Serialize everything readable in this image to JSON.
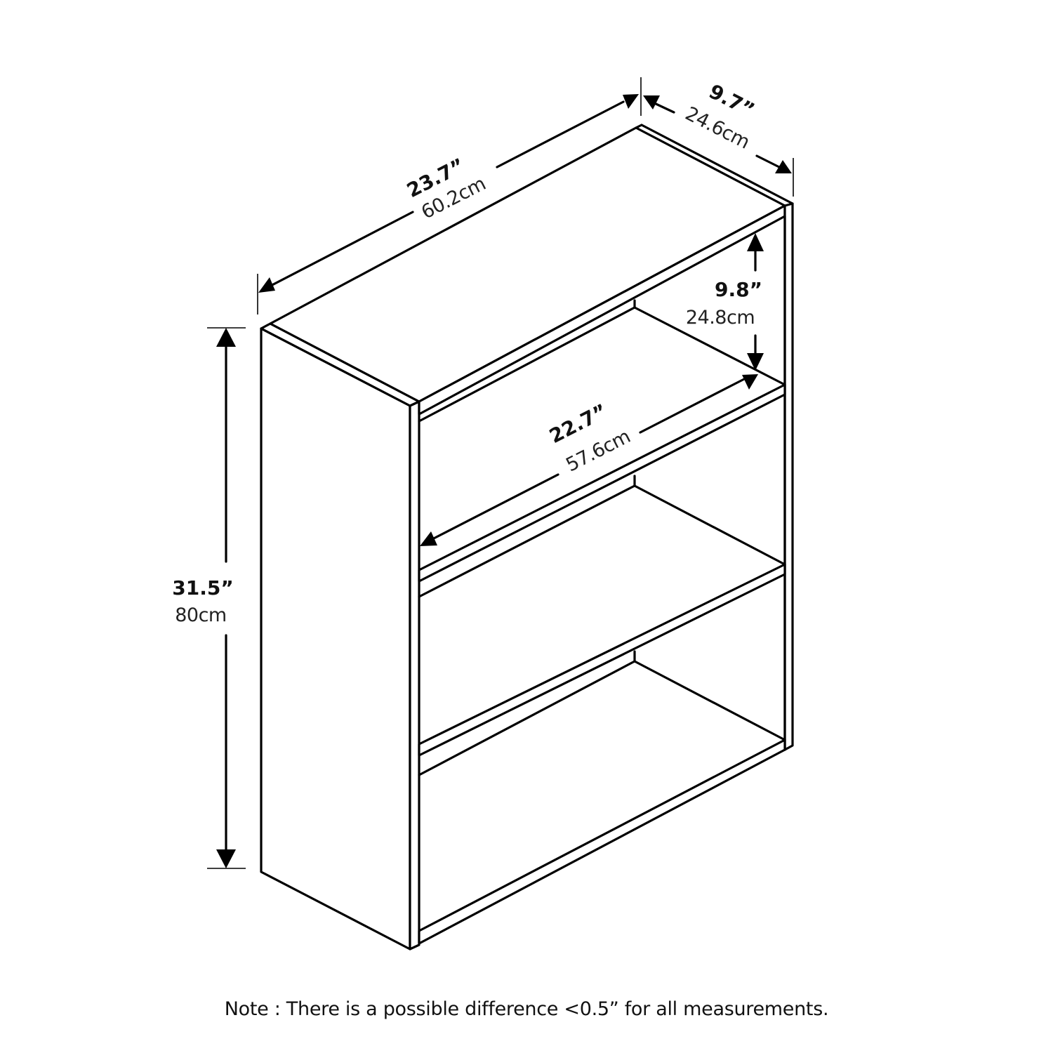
{
  "diagram": {
    "subject": "3-tier open bookshelf, isometric line drawing",
    "stroke_color": "#000000",
    "background": "#ffffff"
  },
  "dimensions": {
    "width": {
      "inches": "23.7”",
      "cm": "60.2cm"
    },
    "depth": {
      "inches": "9.7”",
      "cm": "24.6cm"
    },
    "height": {
      "inches": "31.5”",
      "cm": "80cm"
    },
    "shelf_spacing": {
      "inches": "9.8”",
      "cm": "24.8cm"
    },
    "inner_width": {
      "inches": "22.7”",
      "cm": "57.6cm"
    }
  },
  "note": "Note : There is a possible difference <0.5” for all measurements."
}
